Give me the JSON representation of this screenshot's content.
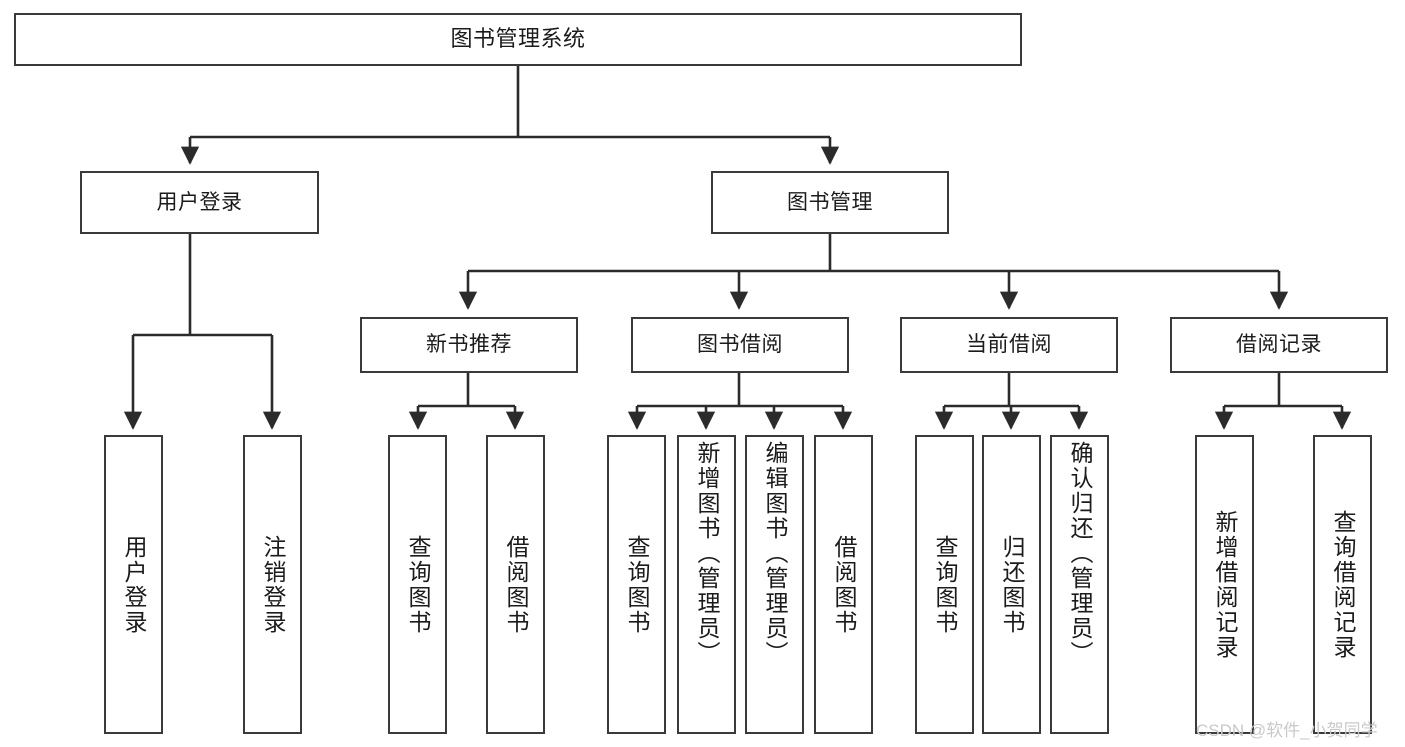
{
  "diagram": {
    "type": "tree",
    "title": "图书管理系统",
    "orientation": "top-down",
    "colors": {
      "box_border": "#3a3a3a",
      "box_fill": "#ffffff",
      "edge": "#2b2b2b",
      "text": "#1b1b1b",
      "watermark": "#c9c9c9",
      "background": "#ffffff"
    }
  },
  "root": {
    "label": "图书管理系统"
  },
  "level2": [
    {
      "label": "用户登录"
    },
    {
      "label": "图书管理"
    }
  ],
  "level3": [
    {
      "label": "新书推荐"
    },
    {
      "label": "图书借阅"
    },
    {
      "label": "当前借阅"
    },
    {
      "label": "借阅记录"
    }
  ],
  "leaves": {
    "user_login": [
      {
        "label": "用户登录"
      },
      {
        "label": "注销登录"
      }
    ],
    "new_book_recommend": [
      {
        "label": "查询图书"
      },
      {
        "label": "借阅图书"
      }
    ],
    "book_borrow": [
      {
        "label": "查询图书"
      },
      {
        "label": "新增图书（管理员）"
      },
      {
        "label": "编辑图书（管理员）"
      },
      {
        "label": "借阅图书"
      }
    ],
    "current_borrow": [
      {
        "label": "查询图书"
      },
      {
        "label": "归还图书"
      },
      {
        "label": "确认归还（管理员）"
      }
    ],
    "borrow_record": [
      {
        "label": "新增借阅记录"
      },
      {
        "label": "查询借阅记录"
      }
    ]
  },
  "watermark": {
    "text": "CSDN @软件_小贺同学"
  }
}
